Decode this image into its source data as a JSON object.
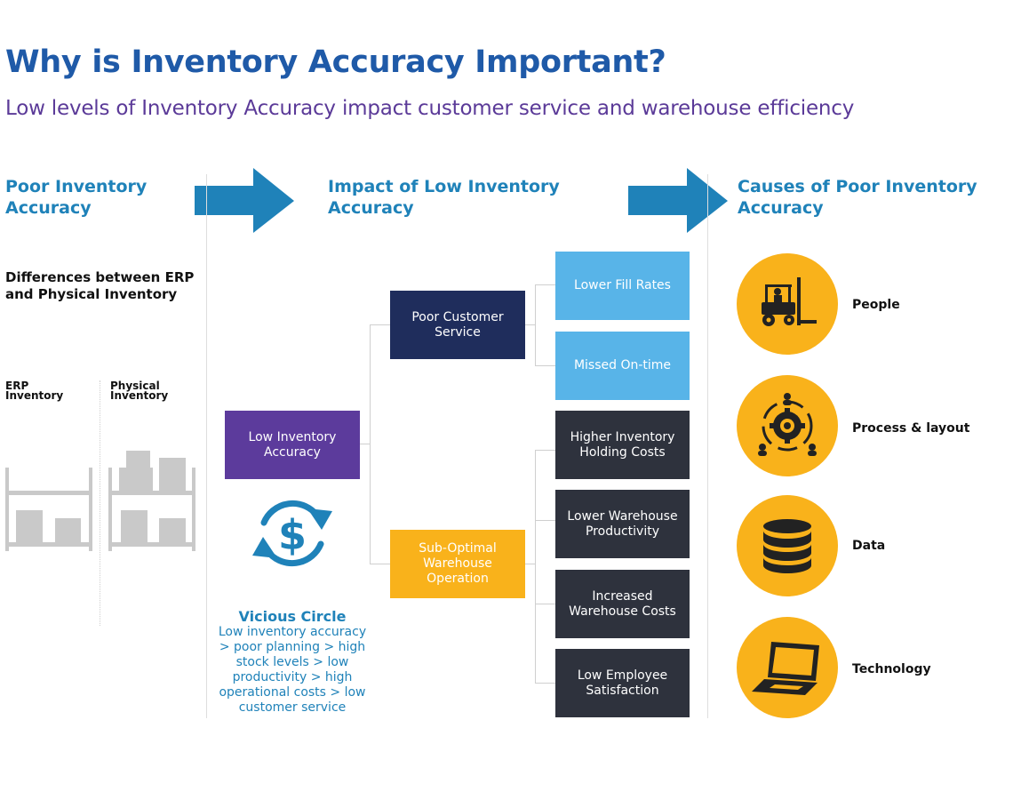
{
  "title": "Why is Inventory Accuracy Important?",
  "subtitle": "Low levels of Inventory Accuracy impact customer service and warehouse efficiency",
  "columns": {
    "poor": {
      "heading_line1": "Poor Inventory",
      "heading_line2": "Accuracy"
    },
    "impact": {
      "heading_line1": "Impact of Low Inventory",
      "heading_line2": "Accuracy"
    },
    "causes": {
      "heading_line1": "Causes of Poor Inventory",
      "heading_line2": "Accuracy"
    }
  },
  "poor_section": {
    "differences_line1": "Differences between ERP",
    "differences_line2": "and Physical Inventory",
    "erp_line1": "ERP",
    "erp_line2": "Inventory",
    "physical_line1": "Physical",
    "physical_line2": "Inventory"
  },
  "impact_tree": {
    "root": {
      "line1": "Low Inventory",
      "line2": "Accuracy"
    },
    "branches": [
      {
        "line1": "Poor Customer",
        "line2": "Service",
        "leaves": [
          {
            "line1": "Lower Fill Rates",
            "line2": ""
          },
          {
            "line1": "Missed On-time",
            "line2": ""
          }
        ]
      },
      {
        "line1": "Sub-Optimal",
        "line2": "Warehouse",
        "line3": "Operation",
        "leaves": [
          {
            "line1": "Higher Inventory",
            "line2": "Holding Costs"
          },
          {
            "line1": "Lower Warehouse",
            "line2": "Productivity"
          },
          {
            "line1": "Increased",
            "line2": "Warehouse Costs"
          },
          {
            "line1": "Low Employee",
            "line2": "Satisfaction"
          }
        ]
      }
    ]
  },
  "vicious_circle": {
    "title": "Vicious Circle",
    "lines": [
      "Low inventory accuracy",
      "> poor planning > high",
      "stock levels > low",
      "productivity > high",
      "operational costs > low",
      "customer service"
    ]
  },
  "causes": [
    {
      "label": "People",
      "icon": "forklift-icon"
    },
    {
      "label": "Process & layout",
      "icon": "gear-people-icon"
    },
    {
      "label": "Data",
      "icon": "database-icon"
    },
    {
      "label": "Technology",
      "icon": "laptop-icon"
    }
  ],
  "colors": {
    "title": "#1f5aa8",
    "subtitle": "#5b3a98",
    "heading": "#1f82b9",
    "purple": "#5c3b9c",
    "navy": "#1f2d5c",
    "yellow": "#f9b21b",
    "light_blue": "#58b4e8",
    "dark": "#2e323d",
    "arrow": "#1f82b9"
  }
}
